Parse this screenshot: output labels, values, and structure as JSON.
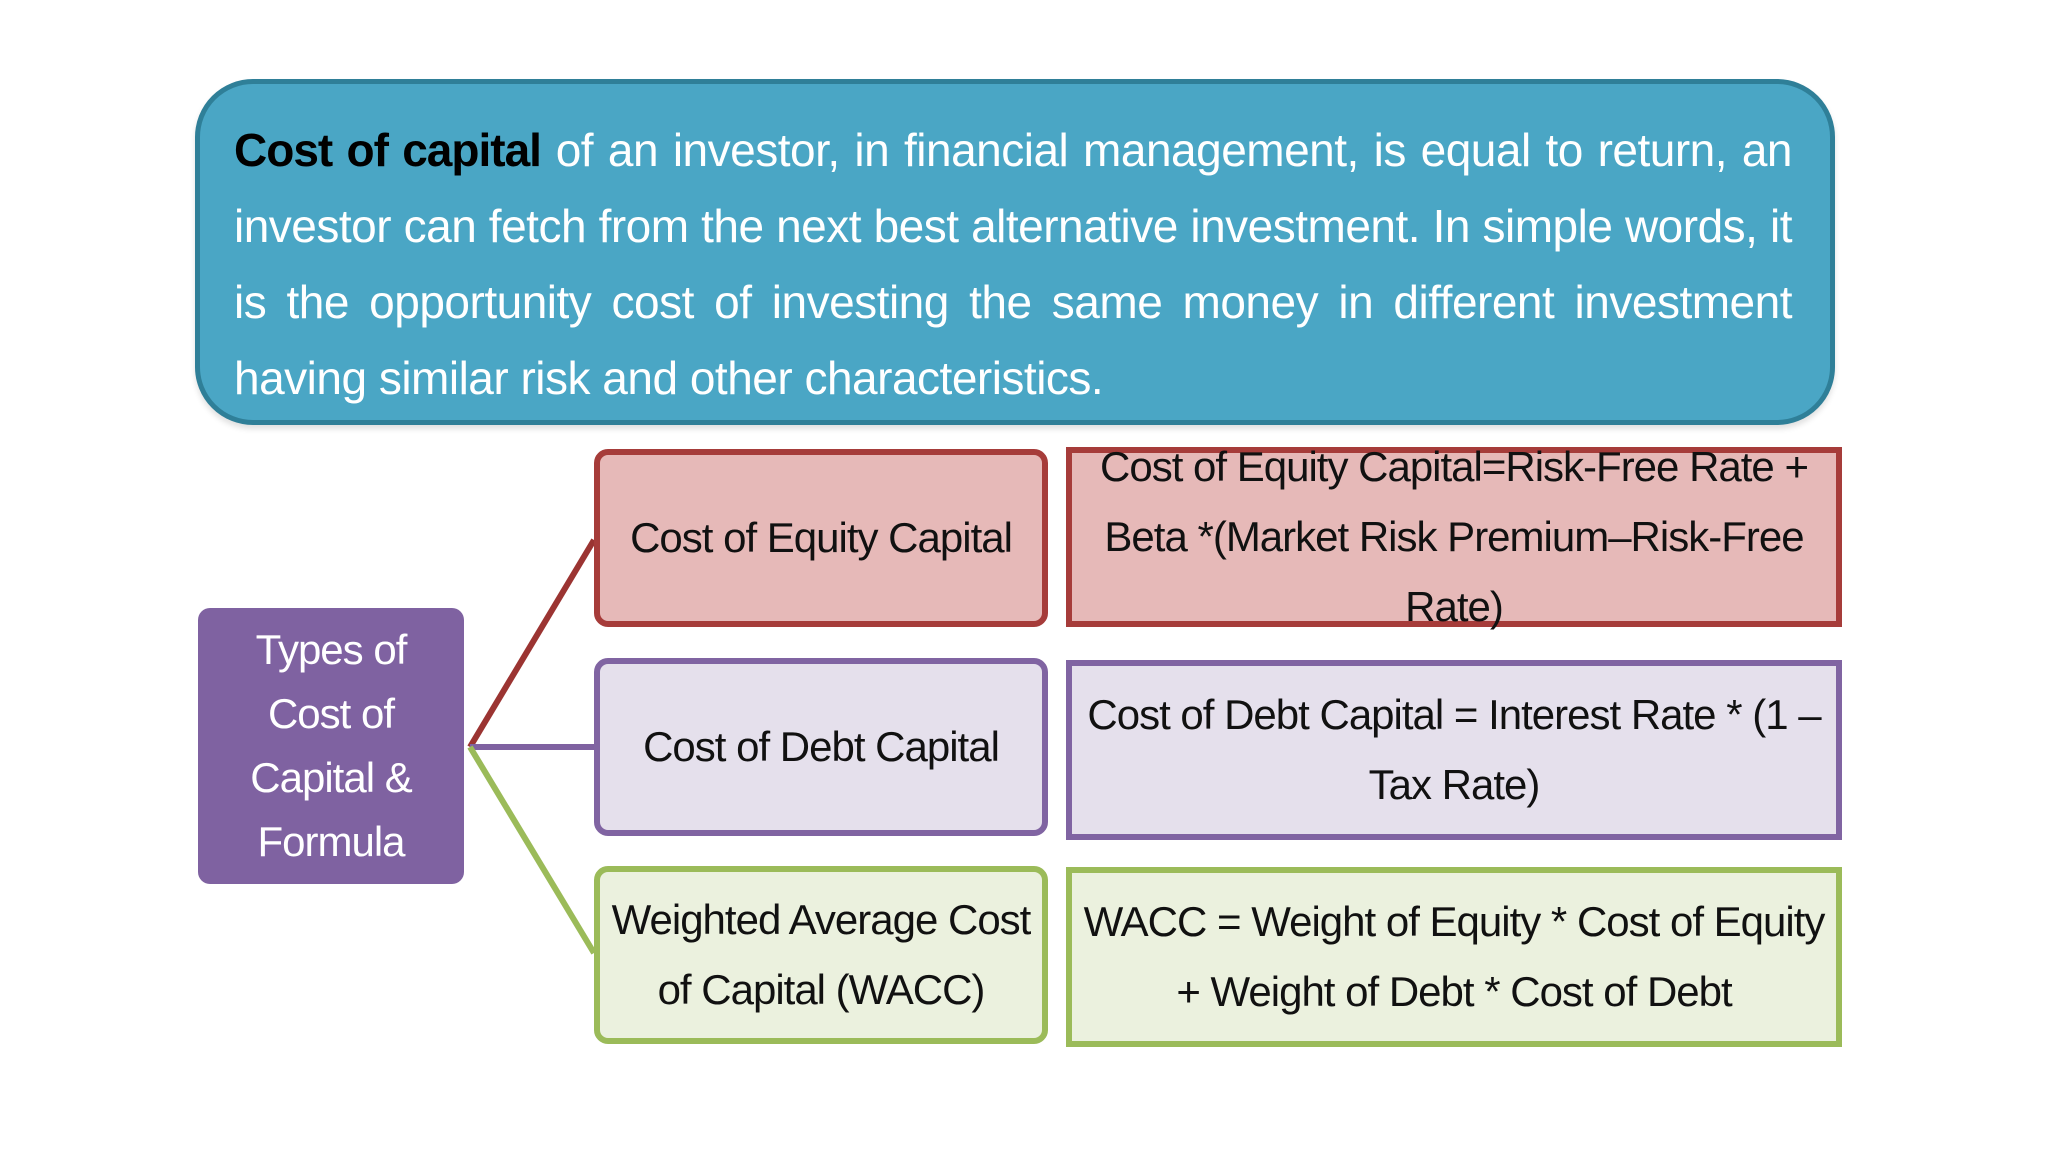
{
  "definition": {
    "term": "Cost of capital",
    "text": " of an investor, in financial management, is equal to return, an investor can fetch from the next best alternative investment. In simple words, it is the opportunity cost of investing the same money in different investment having similar risk and other characteristics."
  },
  "root": {
    "label": "Types of Cost of Capital & Formula"
  },
  "types": [
    {
      "label": "Cost of Equity Capital",
      "formula": "Cost of Equity Capital=Risk-Free Rate + Beta *(Market Risk Premium–Risk-Free Rate)"
    },
    {
      "label": "Cost of Debt Capital",
      "formula": "Cost of Debt Capital = Interest Rate * (1 – Tax Rate)"
    },
    {
      "label": "Weighted Average Cost of Capital (WACC)",
      "formula": "WACC = Weight of Equity * Cost of Equity + Weight of Debt * Cost of Debt"
    }
  ],
  "colors": {
    "definition_fill": "#4aa6c5",
    "root_fill": "#7f62a1",
    "equity_fill": "#e6b9b8",
    "equity_border": "#a63c3a",
    "debt_fill": "#e5e0ec",
    "debt_border": "#8064a2",
    "wacc_fill": "#ebf1de",
    "wacc_border": "#9bbb59"
  }
}
